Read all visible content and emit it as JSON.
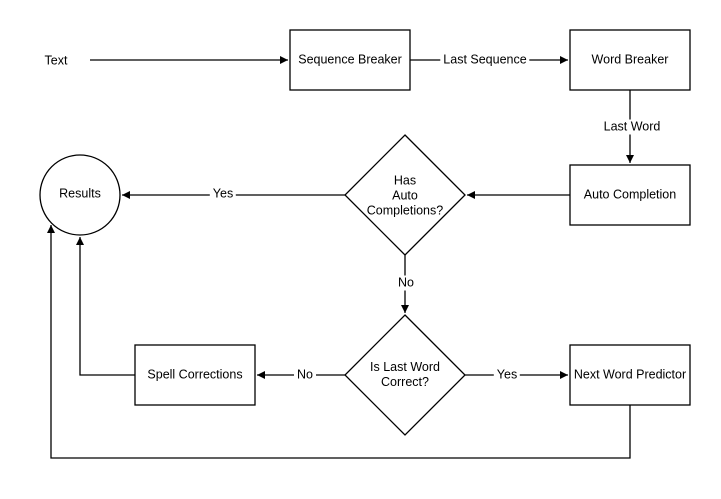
{
  "diagram": {
    "type": "flowchart",
    "background_color": "#ffffff",
    "stroke_color": "#000000",
    "text_color": "#000000",
    "nodes": {
      "text_input": {
        "label": "Text",
        "shape": "plain-text"
      },
      "sequence_breaker": {
        "label": "Sequence Breaker",
        "shape": "rectangle"
      },
      "word_breaker": {
        "label": "Word Breaker",
        "shape": "rectangle"
      },
      "auto_completion": {
        "label": "Auto Completion",
        "shape": "rectangle"
      },
      "has_auto_completions": {
        "label": "Has\nAuto\nCompletions?",
        "shape": "diamond"
      },
      "results": {
        "label": "Results",
        "shape": "circle"
      },
      "is_last_word_correct": {
        "label": "Is Last Word\nCorrect?",
        "shape": "diamond"
      },
      "spell_corrections": {
        "label": "Spell Corrections",
        "shape": "rectangle"
      },
      "next_word_predictor": {
        "label": "Next Word Predictor",
        "shape": "rectangle"
      }
    },
    "edges": [
      {
        "from": "text_input",
        "to": "sequence_breaker",
        "label": ""
      },
      {
        "from": "sequence_breaker",
        "to": "word_breaker",
        "label": "Last Sequence"
      },
      {
        "from": "word_breaker",
        "to": "auto_completion",
        "label": "Last Word"
      },
      {
        "from": "auto_completion",
        "to": "has_auto_completions",
        "label": ""
      },
      {
        "from": "has_auto_completions",
        "to": "results",
        "label": "Yes"
      },
      {
        "from": "has_auto_completions",
        "to": "is_last_word_correct",
        "label": "No"
      },
      {
        "from": "is_last_word_correct",
        "to": "spell_corrections",
        "label": "No"
      },
      {
        "from": "is_last_word_correct",
        "to": "next_word_predictor",
        "label": "Yes"
      },
      {
        "from": "spell_corrections",
        "to": "results",
        "label": ""
      },
      {
        "from": "next_word_predictor",
        "to": "results",
        "label": ""
      }
    ]
  }
}
